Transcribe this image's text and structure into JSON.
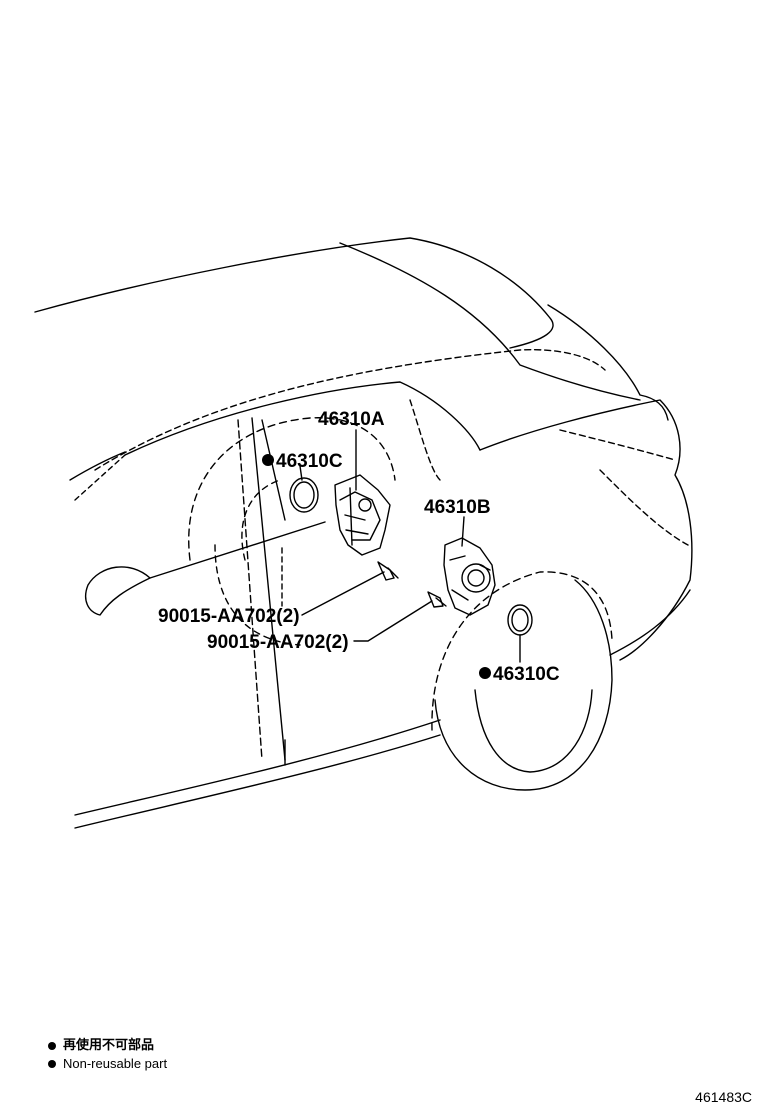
{
  "callouts": {
    "actuator_a": "46310A",
    "actuator_b": "46310B",
    "seal_upper": "46310C",
    "seal_lower": "46310C",
    "bolt_upper": "90015-AA702(2)",
    "bolt_lower": "90015-AA702(2)"
  },
  "legend": {
    "japanese": "再使用不可部品",
    "english": "Non-reusable part"
  },
  "figure_number": "461483C"
}
